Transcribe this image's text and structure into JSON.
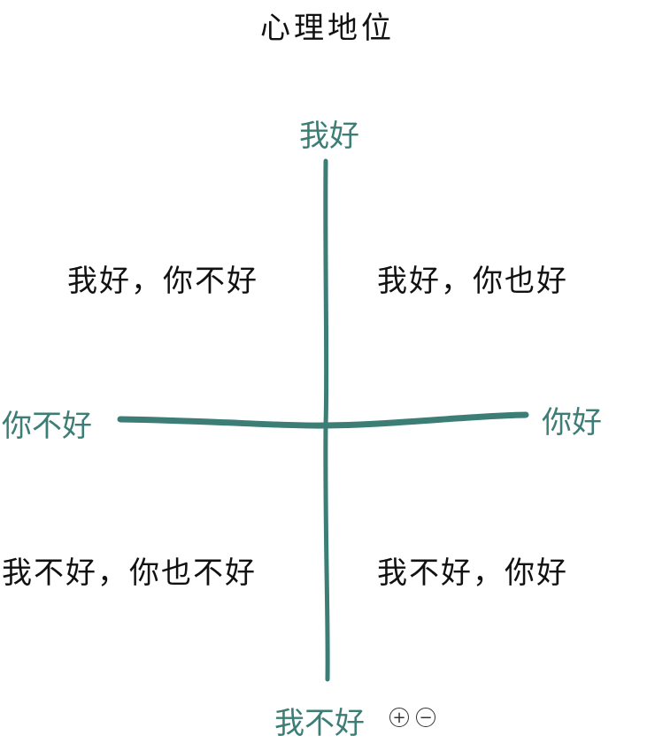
{
  "title": "心理地位",
  "axes": {
    "top": "我好",
    "bottom": "我不好",
    "left": "你不好",
    "right": "你好"
  },
  "quadrants": {
    "top_left": "我好，你不好",
    "top_right": "我好，你也好",
    "bottom_left": "我不好，你也不好",
    "bottom_right": "我不好，你好"
  },
  "controls": {
    "zoom_in": "+",
    "zoom_out": "−"
  },
  "colors": {
    "axis": "#3c7d76",
    "text": "#111111"
  }
}
